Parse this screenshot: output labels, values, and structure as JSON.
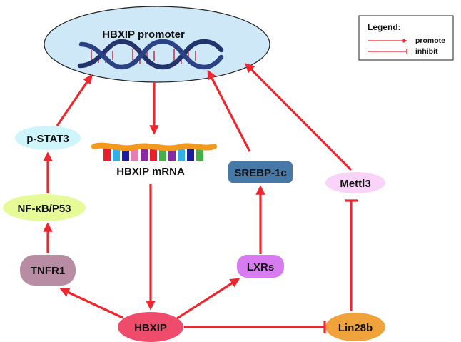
{
  "nodes": {
    "promoter": "HBXIP promoter",
    "mrna": "HBXIP mRNA",
    "pstat3": "p-STAT3",
    "nfkb": "NF-κB/P53",
    "tnfr1": "TNFR1",
    "hbxip": "HBXIP",
    "lxrs": "LXRs",
    "srebp": "SREBP-1c",
    "mettl3": "Mettl3",
    "lin28b": "Lin28b"
  },
  "legend": {
    "title": "Legend:",
    "promote": "promote",
    "inhibit": "inhibit"
  },
  "colors": {
    "arrow": "#f0262f",
    "promoter_fill": "#cfe8f8",
    "pstat3_fill": "#cdf5fb",
    "nfkb_fill": "#e6fb98",
    "tnfr1_fill": "#b88da4",
    "hbxip_fill": "#ef4c6c",
    "lxrs_fill": "#d77cf0",
    "srebp_fill": "#4678a8",
    "mettl3_fill": "#fad3f8",
    "lin28b_fill": "#f0a33a"
  }
}
